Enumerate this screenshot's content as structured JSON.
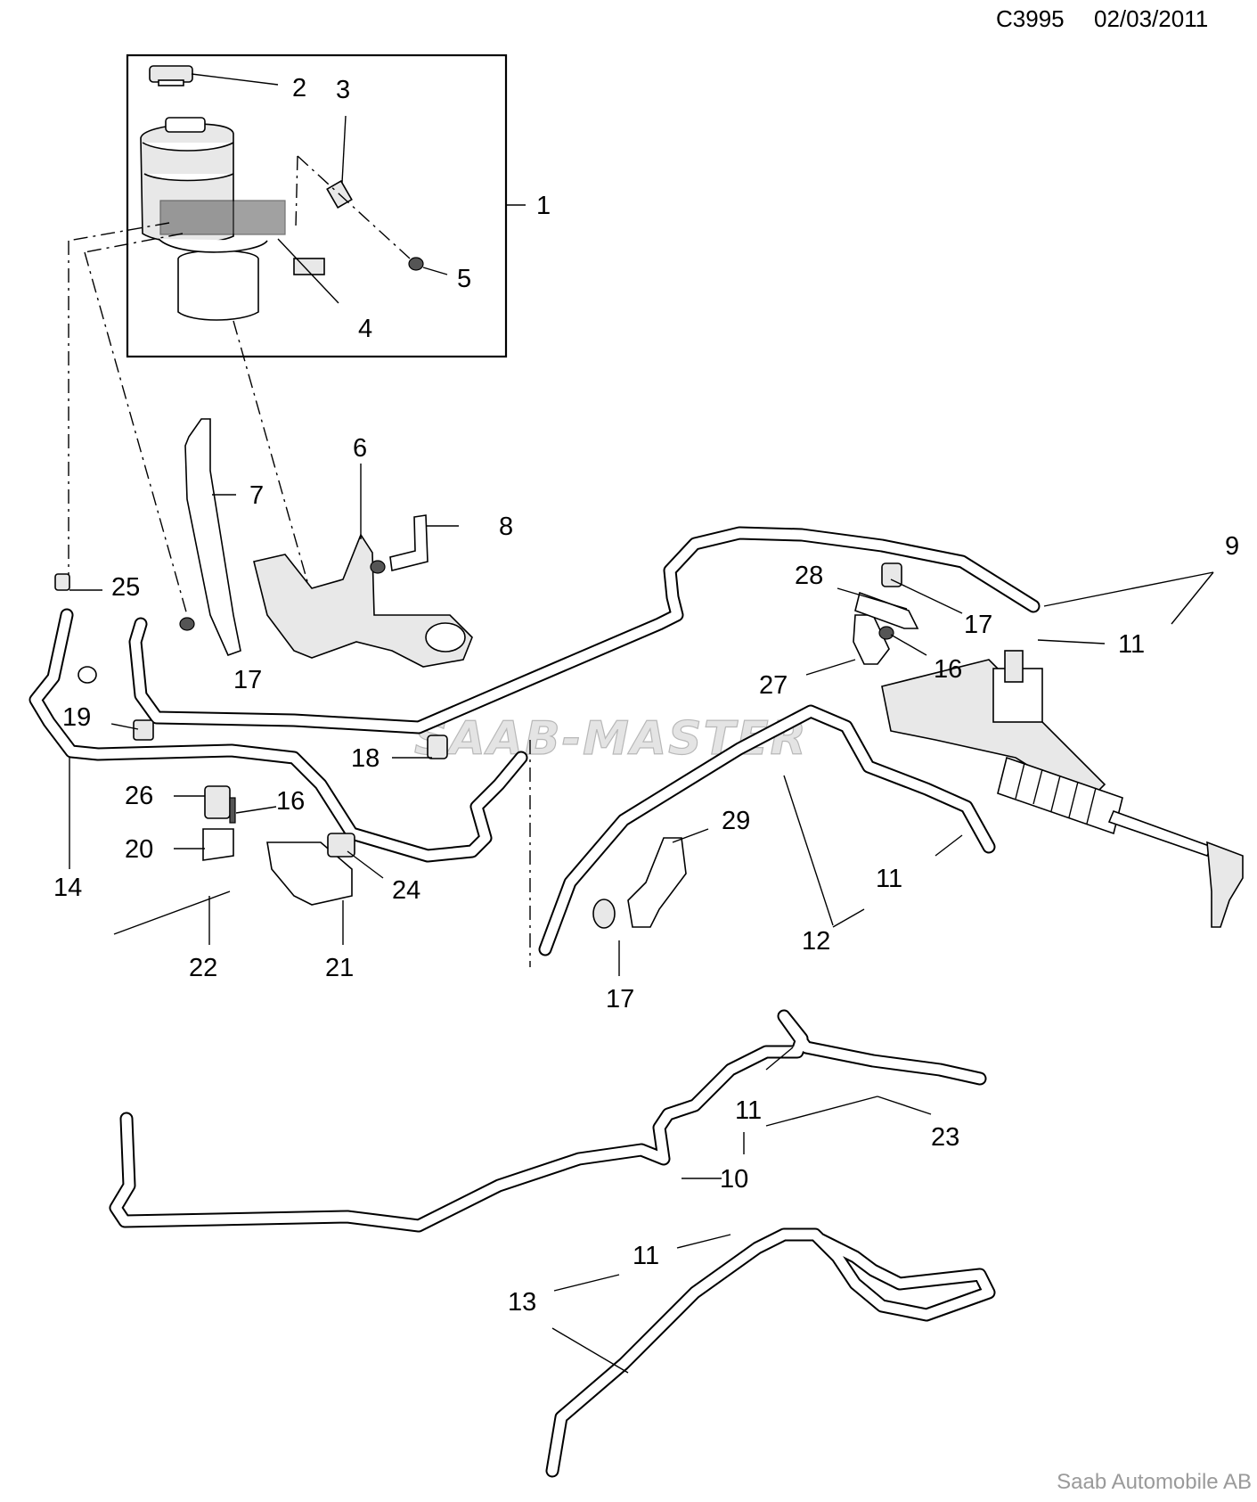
{
  "header": {
    "code": "C3995",
    "date": "02/03/2011"
  },
  "watermark": "SAAB-MASTER",
  "footer": "Saab Automobile AB",
  "callouts": {
    "c1": "1",
    "c2": "2",
    "c3": "3",
    "c4": "4",
    "c5": "5",
    "c6": "6",
    "c7": "7",
    "c8": "8",
    "c9": "9",
    "c10": "10",
    "c11": "11",
    "c12": "12",
    "c13": "13",
    "c14": "14",
    "c16": "16",
    "c17": "17",
    "c18": "18",
    "c19": "19",
    "c20": "20",
    "c21": "21",
    "c22": "22",
    "c23": "23",
    "c24": "24",
    "c25": "25",
    "c26": "26",
    "c27": "27",
    "c28": "28",
    "c29": "29"
  }
}
